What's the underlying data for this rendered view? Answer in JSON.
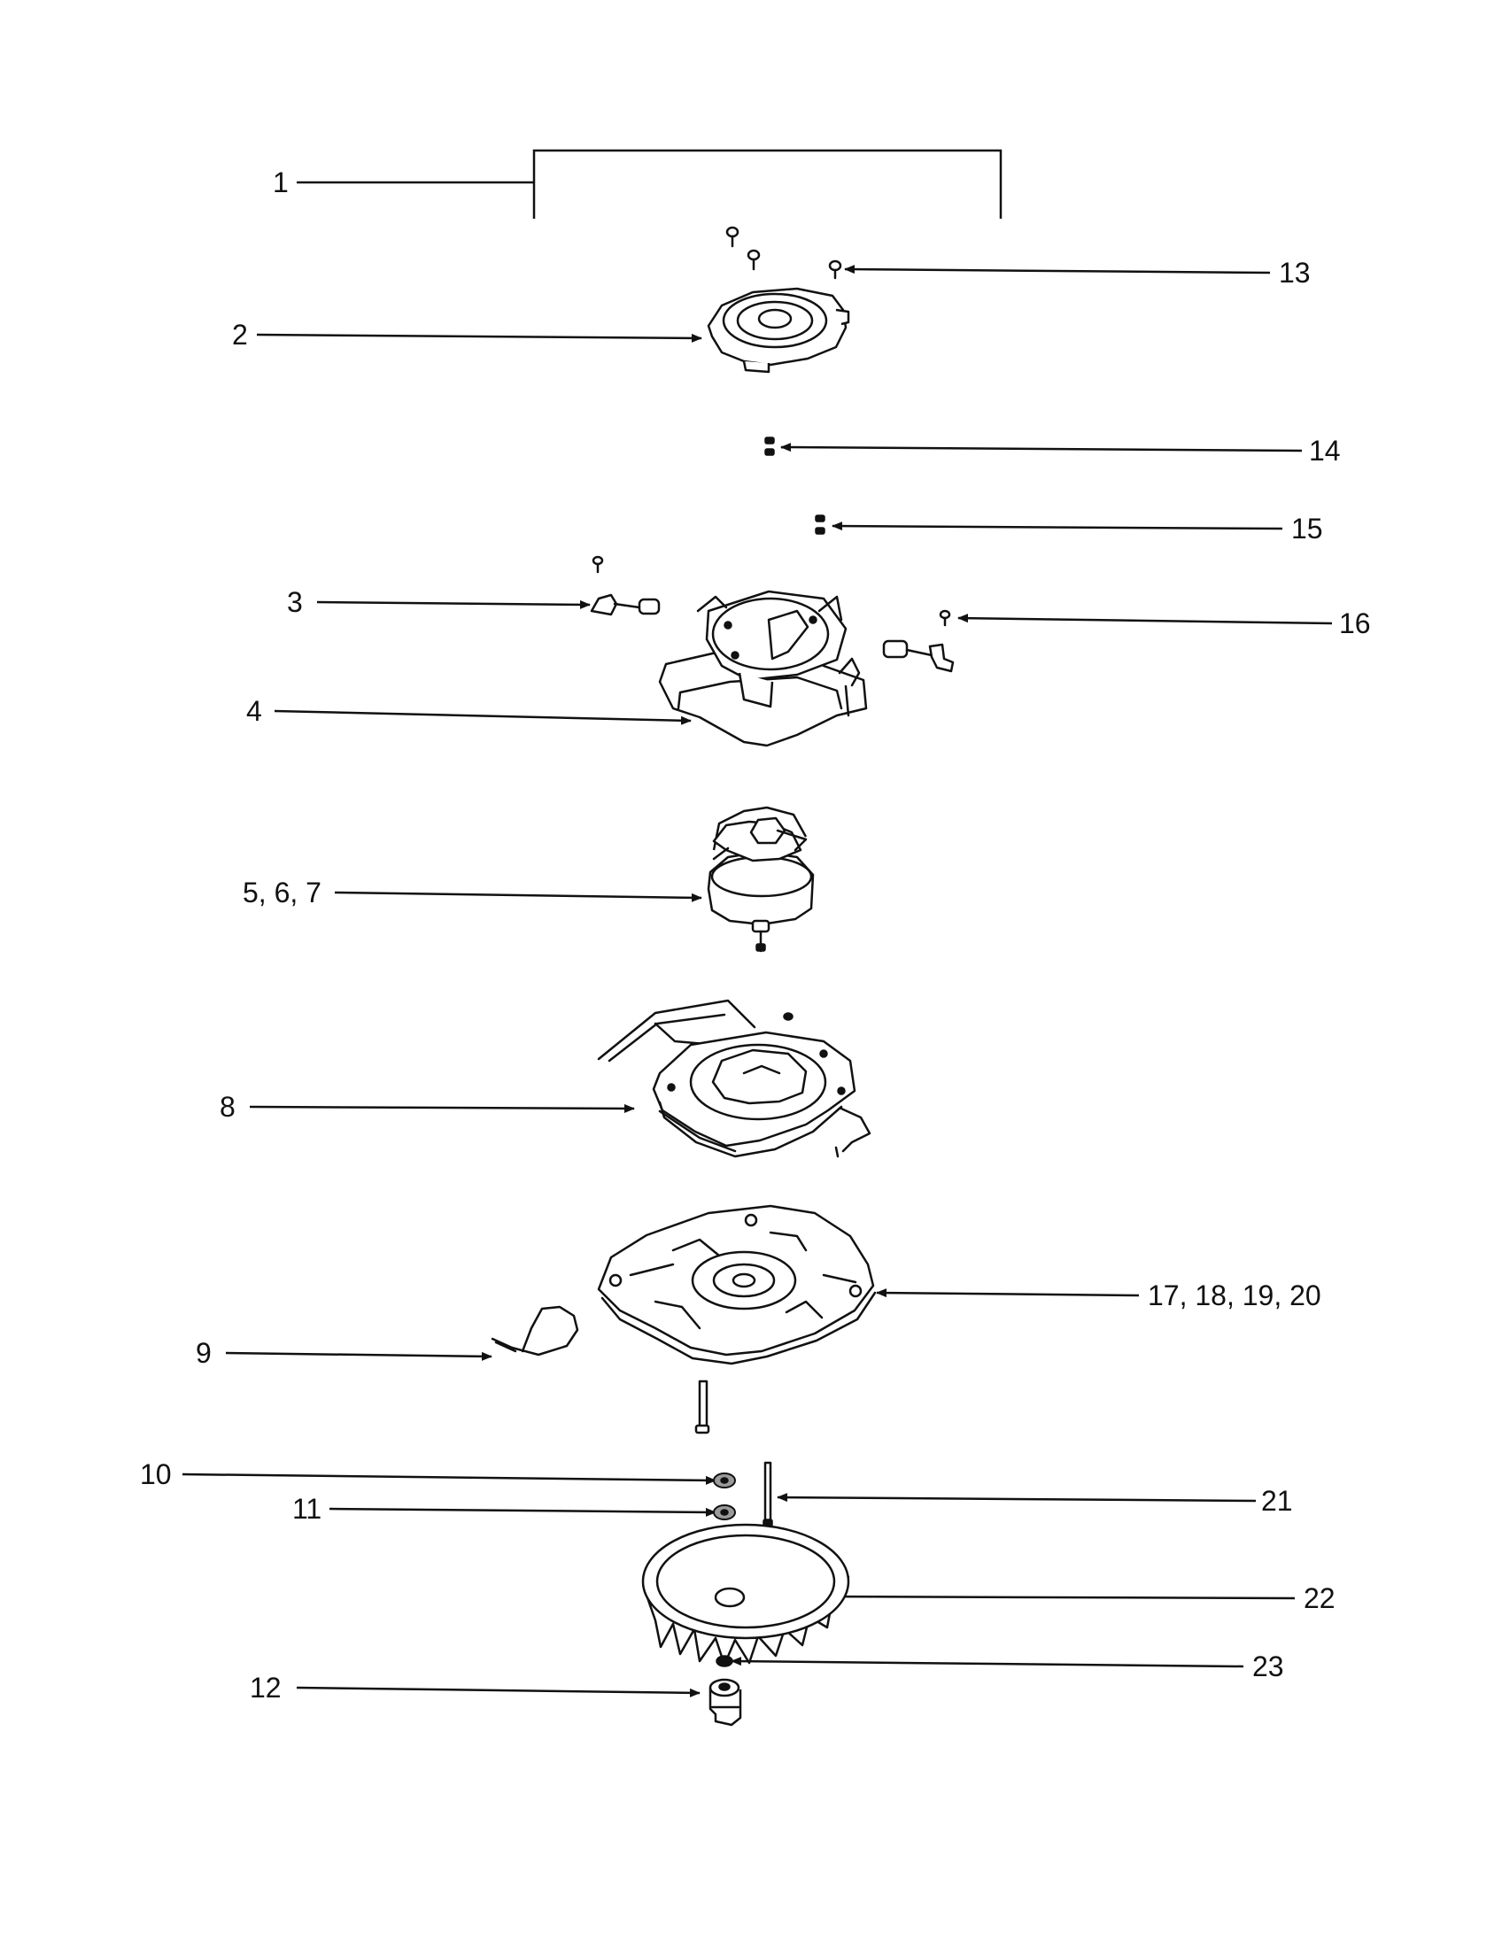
{
  "callouts": [
    {
      "id": "c1",
      "text": "1"
    },
    {
      "id": "c2",
      "text": "2"
    },
    {
      "id": "c3",
      "text": "3"
    },
    {
      "id": "c4",
      "text": "4"
    },
    {
      "id": "c5",
      "text": "5, 6, 7"
    },
    {
      "id": "c8",
      "text": "8"
    },
    {
      "id": "c9",
      "text": "9"
    },
    {
      "id": "c10",
      "text": "10"
    },
    {
      "id": "c11",
      "text": "11"
    },
    {
      "id": "c12",
      "text": "12"
    },
    {
      "id": "c13",
      "text": "13"
    },
    {
      "id": "c14",
      "text": "14"
    },
    {
      "id": "c15",
      "text": "15"
    },
    {
      "id": "c16",
      "text": "16"
    },
    {
      "id": "c17",
      "text": "17, 18, 19, 20"
    },
    {
      "id": "c21",
      "text": "21"
    },
    {
      "id": "c22",
      "text": "22"
    },
    {
      "id": "c23",
      "text": "23"
    }
  ]
}
